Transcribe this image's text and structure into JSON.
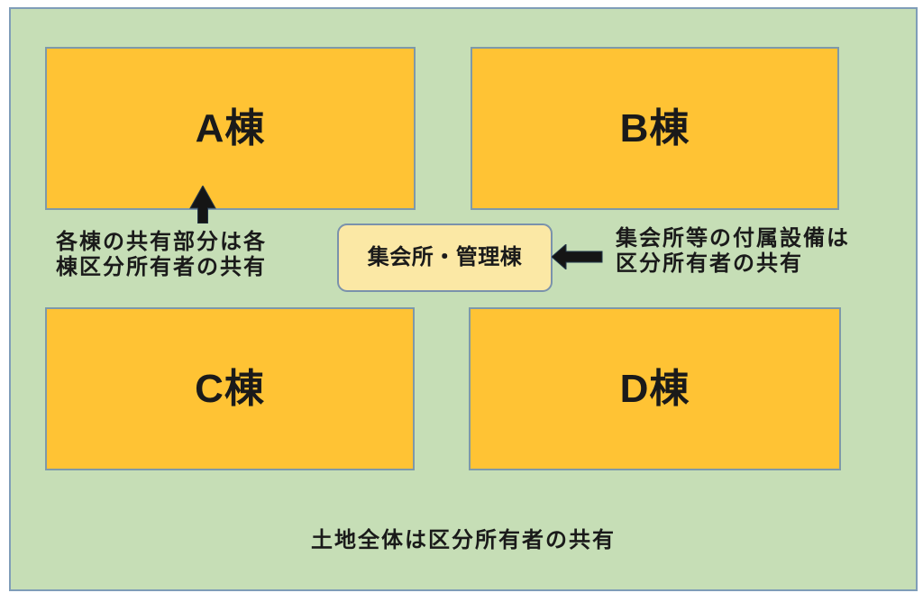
{
  "diagram": {
    "title_context": "condominium shared ownership diagram",
    "buildings": [
      {
        "id": "a",
        "label": "A棟"
      },
      {
        "id": "b",
        "label": "B棟"
      },
      {
        "id": "c",
        "label": "C棟"
      },
      {
        "id": "d",
        "label": "D棟"
      }
    ],
    "center_box": {
      "label": "集会所・管理棟"
    },
    "annotations": {
      "building_common_note": {
        "line1": "各棟の共有部分は各",
        "line2": "棟区分所有者の共有"
      },
      "facility_note": {
        "line1": "集会所等の付属設備は",
        "line2": "区分所有者の共有"
      },
      "land_note": "土地全体は区分所有者の共有"
    },
    "icons": {
      "up_arrow": "up-arrow-icon",
      "left_arrow": "left-arrow-icon"
    },
    "colors": {
      "page_background": "#ffffff",
      "land_fill": "#c6deb6",
      "land_border": "#7f9db8",
      "building_fill": "#ffc334",
      "building_border": "#7e99a9",
      "center_box_fill": "#fbe8a5",
      "center_box_border": "#7a92ac",
      "arrow_fill": "#151515",
      "text_color": "#1a1a1a"
    }
  }
}
